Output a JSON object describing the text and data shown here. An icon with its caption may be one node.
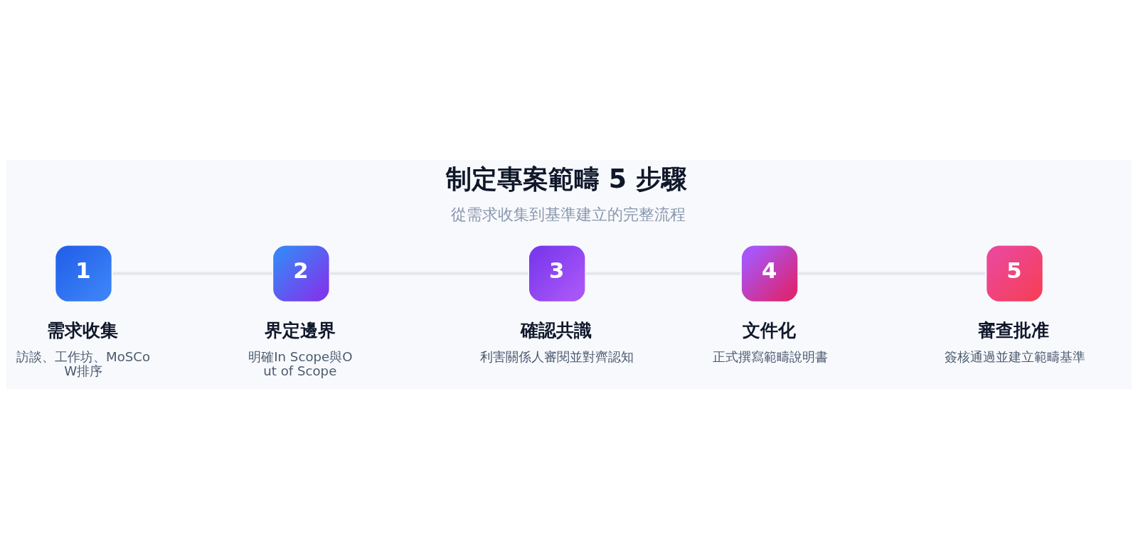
{
  "diagram": {
    "title": "制定專案範疇 5 步驟",
    "caption": "從需求收集到基準建立的完整流程",
    "nodes": [
      {
        "text": [
          "1",
          "需求收集",
          "訪談、工作坊、MoSCoW排序"
        ]
      },
      {
        "text": [
          "2",
          "界定邊界",
          "明確In Scope與Out of Scope"
        ]
      },
      {
        "text": [
          "3",
          "確認共識",
          "利害關係人審閱並對齊認知"
        ]
      },
      {
        "text": [
          "4",
          "文件化",
          "正式撰寫範疇說明書"
        ]
      },
      {
        "text": [
          "5",
          "審查批准",
          "簽核通過並建立範疇基準"
        ]
      }
    ],
    "edges": [
      {
        "from": 0,
        "to": 1,
        "arrow": "none"
      },
      {
        "from": 1,
        "to": 2,
        "arrow": "none"
      },
      {
        "from": 2,
        "to": 3,
        "arrow": "none"
      },
      {
        "from": 3,
        "to": 4,
        "arrow": "none"
      }
    ]
  }
}
